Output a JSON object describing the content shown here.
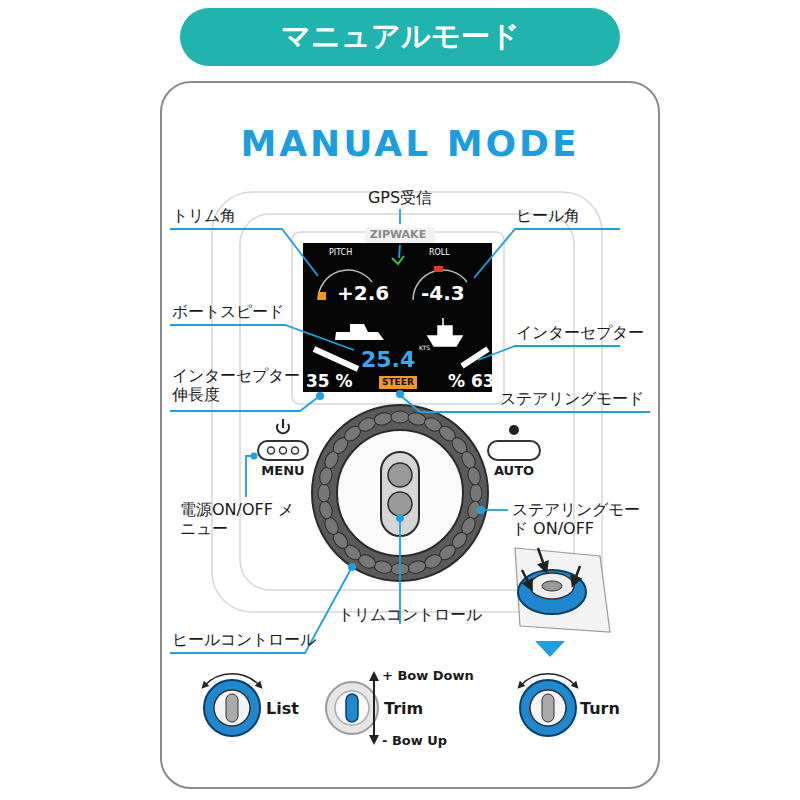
{
  "diagram": {
    "title": "マニュアルモード",
    "nodes": [
      {
        "text": [
          "MANUAL MODE"
        ]
      },
      {
        "text": [
          "ZIPWAKE",
          "PITCH",
          "ROLL",
          "+2.6",
          "-4.3",
          "25.4",
          "KTS",
          "STEER",
          "35 %",
          "% 63"
        ],
        "in": 0
      }
    ],
    "labels": [
      "GPS受信",
      "トリム角",
      "ヒール角",
      "ボートスピード",
      "インターセプター",
      "インターセプター 伸長度",
      "ステアリングモード",
      "MENU",
      "AUTO",
      "電源ON/OFF メニュー",
      "ステアリングモード ON/OFF",
      "ヒールコントロール",
      "トリムコントロール",
      "+ Bow Down",
      "List",
      "Trim",
      "Turn",
      "- Bow Up"
    ]
  }
}
